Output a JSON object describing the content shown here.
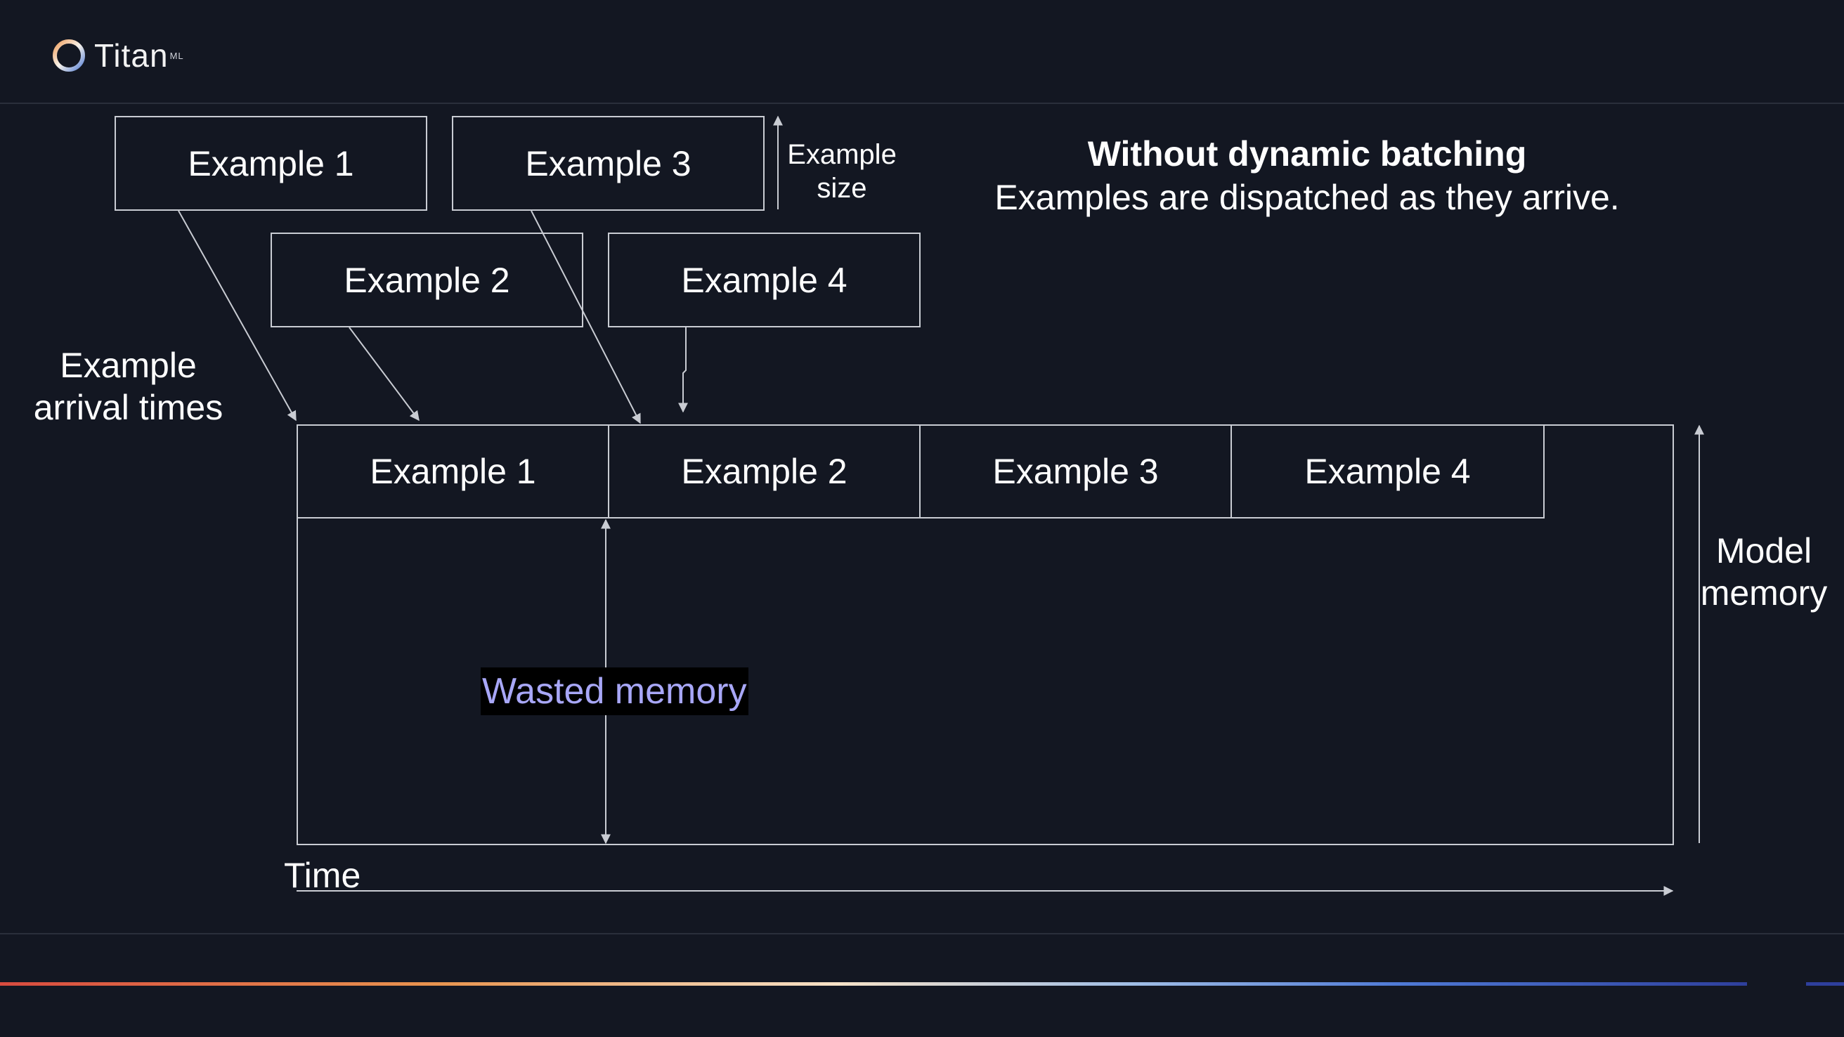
{
  "brand": {
    "name": "Titan",
    "sup": "ML"
  },
  "title": {
    "heading": "Without dynamic batching",
    "subtitle": "Examples are dispatched as they arrive."
  },
  "arrivals": {
    "boxes": [
      "Example 1",
      "Example 3",
      "Example 2",
      "Example 4"
    ],
    "size_label_line1": "Example",
    "size_label_line2": "size",
    "times_label_line1": "Example",
    "times_label_line2": "arrival times"
  },
  "timeline": {
    "slots": [
      "Example 1",
      "Example 2",
      "Example 3",
      "Example 4"
    ],
    "wasted_label": "Wasted memory",
    "time_label": "Time",
    "memory_label_line1": "Model",
    "memory_label_line2": "memory"
  },
  "colors": {
    "background": "#131722",
    "stroke": "#c9ccd3",
    "wasted_text": "#a8a7f7"
  }
}
